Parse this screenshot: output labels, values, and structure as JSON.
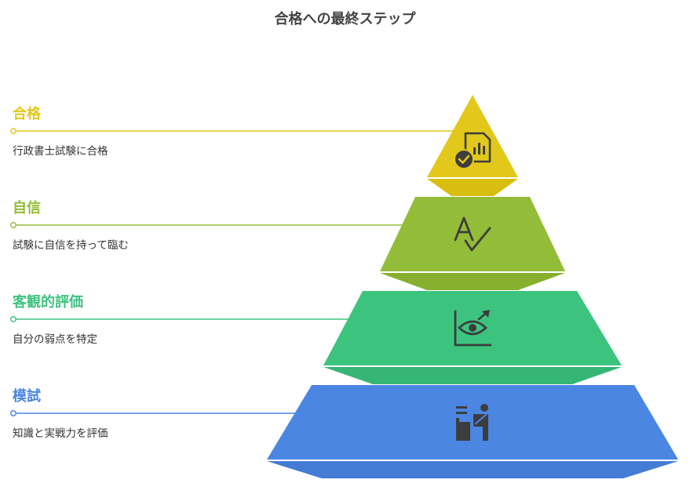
{
  "title": "合格への最終ステップ",
  "tiers": [
    {
      "label": "合格",
      "description": "行政書士試験に合格",
      "color": "#E2C81A",
      "shade": "#D9BE12",
      "icon": "document-check-icon"
    },
    {
      "label": "自信",
      "description": "試験に自信を持って臨む",
      "color": "#93BD38",
      "shade": "#86B02E",
      "icon": "spell-check-icon"
    },
    {
      "label": "客観的評価",
      "description": "自分の弱点を特定",
      "color": "#3CC47F",
      "shade": "#35B674",
      "icon": "eye-chart-icon"
    },
    {
      "label": "模試",
      "description": "知識と実戦力を評価",
      "color": "#4B86E2",
      "shade": "#447BD4",
      "icon": "person-at-desk-icon"
    }
  ]
}
